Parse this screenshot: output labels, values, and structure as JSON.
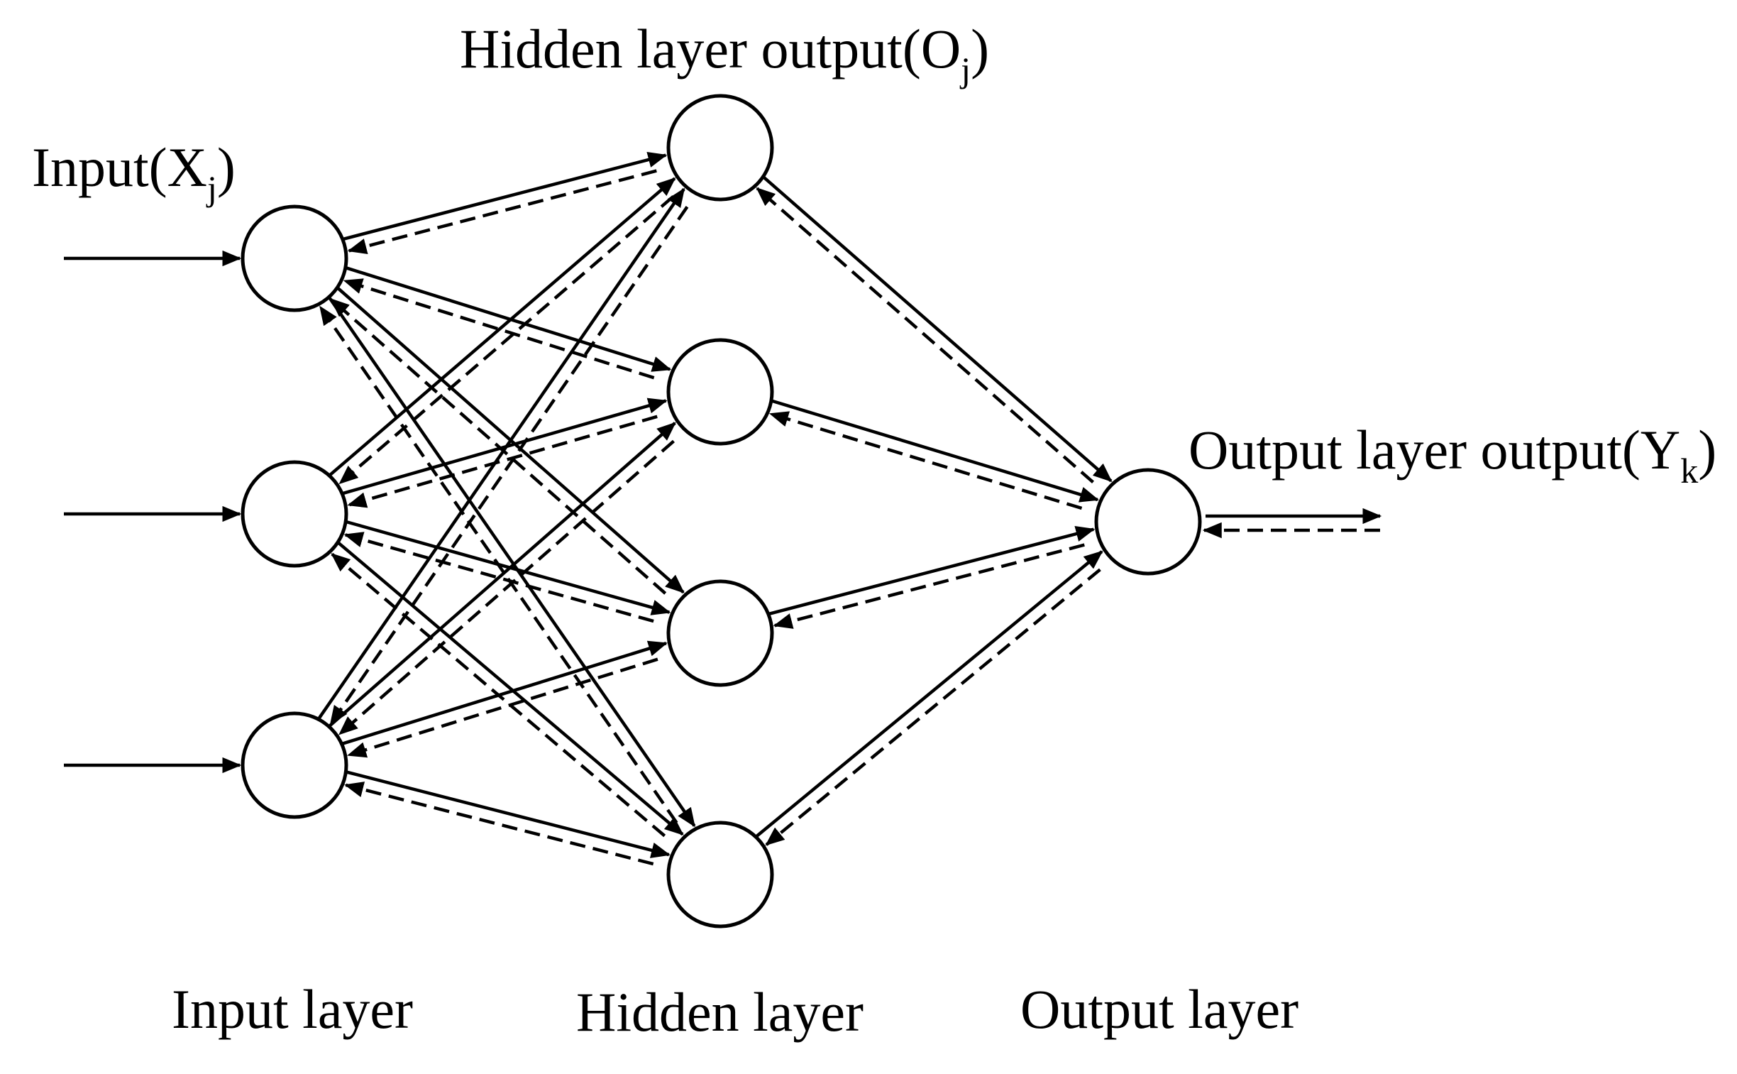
{
  "labels": {
    "input_prefix": "Input(X",
    "input_sub": "j",
    "input_suffix": ")",
    "hidden_output_prefix": "Hidden layer output(O",
    "hidden_output_sub": "j",
    "hidden_output_suffix": ")",
    "output_output_prefix": "Output layer output(Y",
    "output_output_sub": "k",
    "output_output_suffix": ")",
    "input_layer": "Input layer",
    "hidden_layer": "Hidden layer",
    "output_layer": "Output layer"
  },
  "network": {
    "layers": [
      {
        "name": "input",
        "nodes": 3
      },
      {
        "name": "hidden",
        "nodes": 4
      },
      {
        "name": "output",
        "nodes": 1
      }
    ],
    "connections": "fully connected; solid arrows = forward pass, dashed arrows = backward pass"
  },
  "colors": {
    "stroke": "#000000",
    "background": "#ffffff"
  }
}
